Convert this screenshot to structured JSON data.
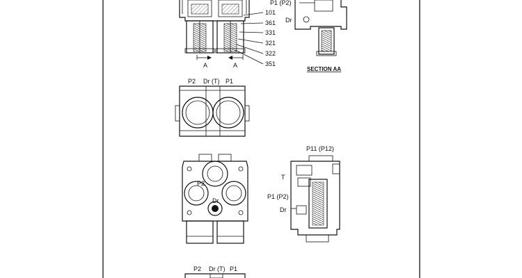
{
  "diagram": {
    "top_section": {
      "callouts": [
        "101",
        "361",
        "331",
        "321",
        "322",
        "351"
      ],
      "section_marks": [
        "A",
        "A"
      ],
      "side_labels": [
        "P1 (P2)",
        "Dr"
      ],
      "section_title": "SECTION AA"
    },
    "top_view_1": {
      "port_labels": [
        "P2",
        "Dr (T)",
        "P1"
      ]
    },
    "front_view": {
      "port_labels": [
        "P2",
        "Dr"
      ]
    },
    "side_view": {
      "labels": [
        "P11 (P12)",
        "T",
        "P1 (P2)",
        "Dr"
      ]
    },
    "top_view_2": {
      "port_labels": [
        "P2",
        "Dr (T)",
        "P1"
      ]
    }
  }
}
